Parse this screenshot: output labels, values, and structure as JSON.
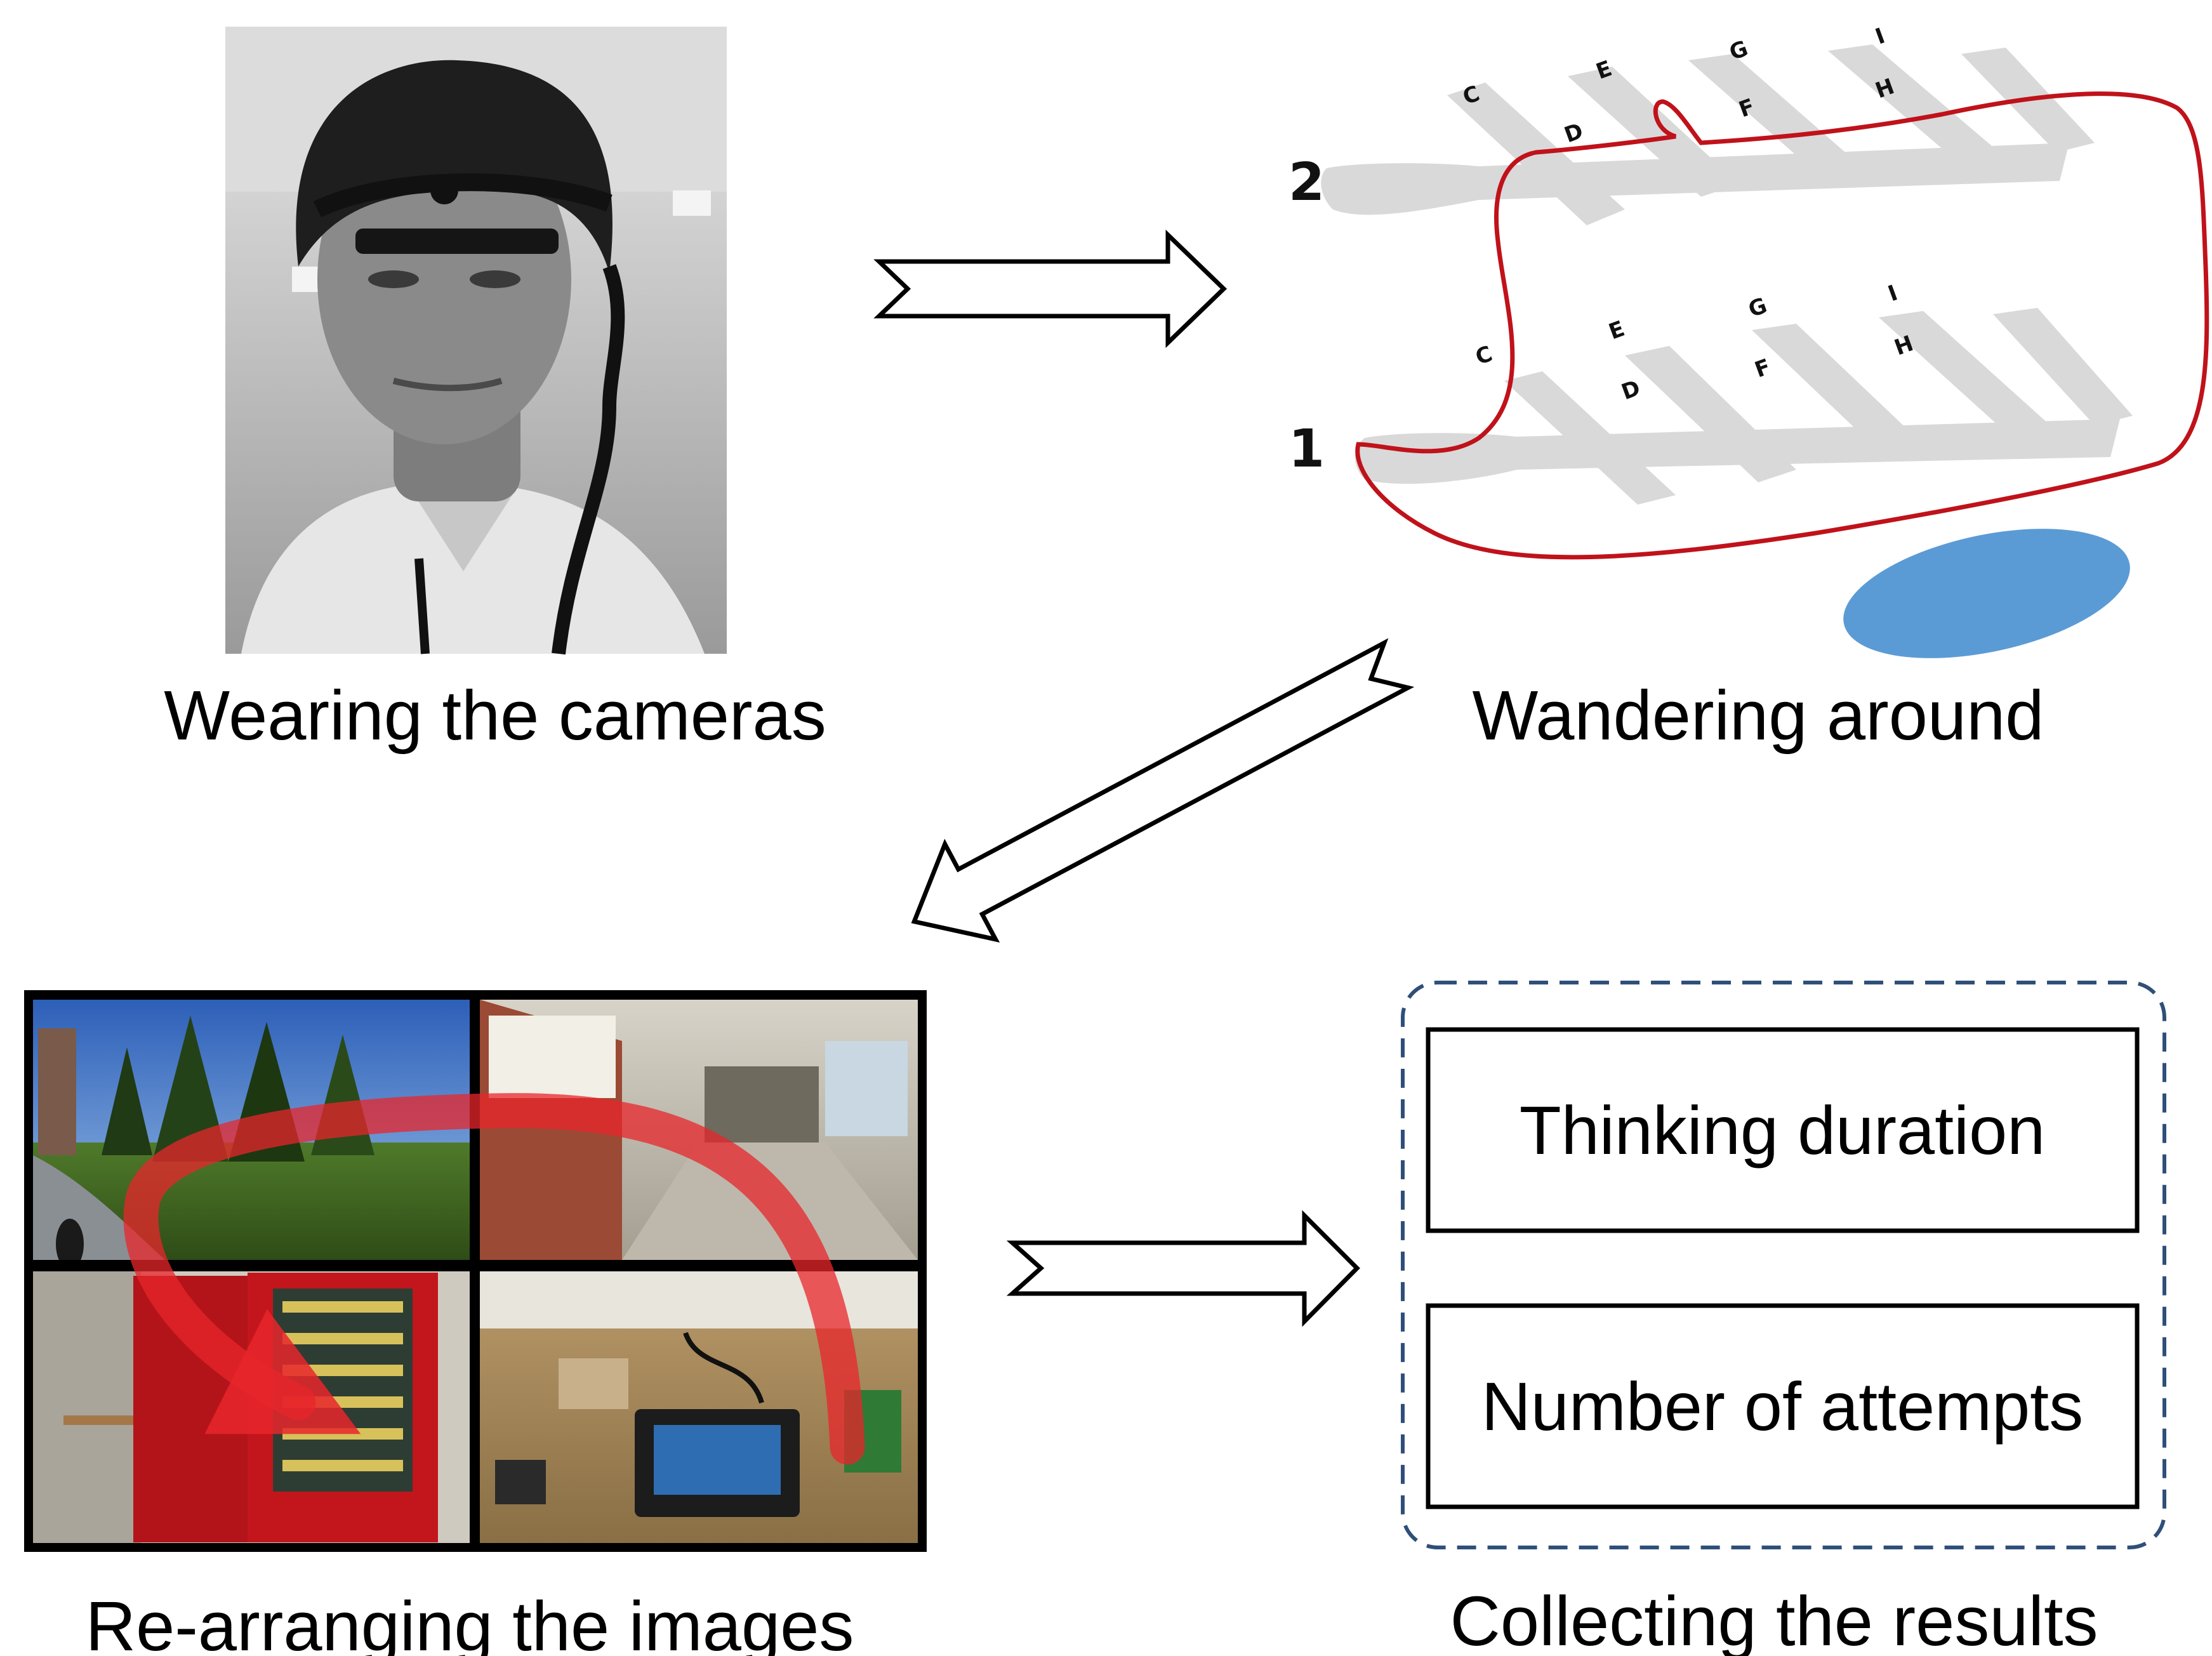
{
  "steps": {
    "wearing": {
      "caption": "Wearing the cameras"
    },
    "wandering": {
      "caption": "Wandering around"
    },
    "rearranging": {
      "caption": "Re-arranging the images"
    },
    "collecting": {
      "caption": "Collecting the results"
    }
  },
  "results": {
    "thinking_label": "Thinking duration",
    "attempts_label": "Number of attempts"
  },
  "map": {
    "floor_labels": [
      "1",
      "2"
    ],
    "corridor_letters": [
      "C",
      "D",
      "E",
      "F",
      "G",
      "H",
      "I"
    ]
  },
  "colors": {
    "route_red": "#c0121a",
    "corridor_gray": "#d9d9d9",
    "ellipse_blue": "#5b9bd5",
    "dashed_border": "#2f4f7a"
  }
}
